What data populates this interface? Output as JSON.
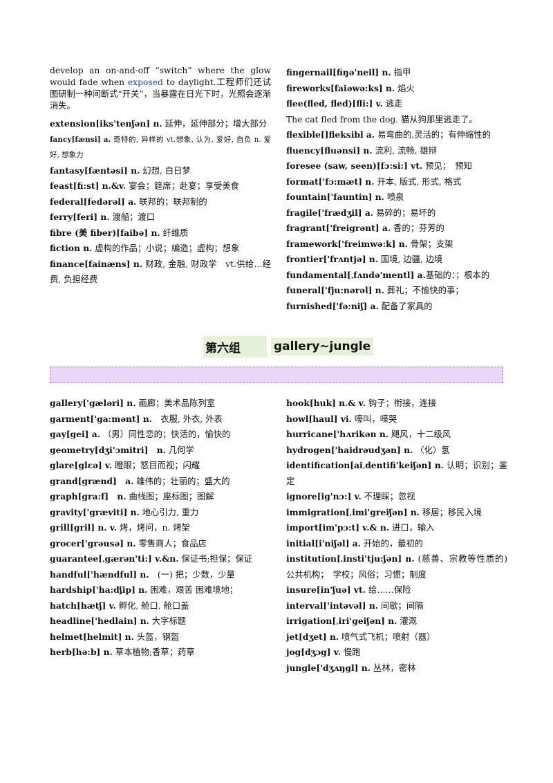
{
  "top_left": {
    "intro_pre": "develop an on-and-off “switch” where the glow would fade when ",
    "intro_hl": "exposed",
    "intro_post": " to daylight.工程师们还试图研制一种间断式“开关”，当暴露在日光下时，光照会逐渐消失。",
    "entries": [
      {
        "hw": "extension[iks'tenʃən] n.",
        "df": " 延伸，延伸部分；增大部分"
      },
      {
        "hw": "fancy[fænsi] a.",
        "df": " 奇特的, 异样的 vt.想象, 认为, 爱好, 自负 n. 爱好, 想象力",
        "small": true
      },
      {
        "hw": "fantasy[fæntəsi] n.",
        "df": " 幻想, 白日梦"
      },
      {
        "hw": "feast[fi:st] n.&v.",
        "df": " 宴会；筵席；赴宴；享受美食"
      },
      {
        "hw": "federal[fedərəl] a.",
        "df": " 联邦的；联邦制的"
      },
      {
        "hw": "ferry[feri] n.",
        "df": " 渡船；渡口"
      },
      {
        "hw": "fibre (美 fiber)[faibə] n.",
        "df": " 纤维质"
      },
      {
        "hw": "fiction n.",
        "df": " 虚构的作品；小说；编造；虚构；想象"
      },
      {
        "hw": "finance[fainæns] n.",
        "df": " 财政, 金融, 财政学　vt.供给…经费, 负担经费"
      }
    ]
  },
  "top_right": {
    "entries": [
      {
        "hw": "fingernail[fiŋə'neil] n.",
        "df": " 指甲"
      },
      {
        "hw": "fireworks[faiəwə:ks] n.",
        "df": " 焰火"
      },
      {
        "hw": "flee(fled, fled)[fli:] v.",
        "df": " 逃走"
      },
      {
        "hw": "",
        "df": "The cat fled from the dog. 猫从狗那里逃走了。"
      },
      {
        "hw": "flexible[]fleksibl a.",
        "df": " 易弯曲的,灵活的；有伸缩性的"
      },
      {
        "hw": "fluency[fluənsi] n.",
        "df": " 流利, 流畅, 雄辩"
      },
      {
        "hw": "foresee (saw, seen)[fɔ:si:] vt.",
        "df": " 预见；　预知"
      },
      {
        "hw": "format['fɔ:mæt] n.",
        "df": " 开本, 版式, 形式, 格式"
      },
      {
        "hw": "fountain['fauntin] n.",
        "df": " 喷泉"
      },
      {
        "hw": "fragile['frædʒil] a.",
        "df": " 易碎的；易坏的"
      },
      {
        "hw": "fragrant['freigrənt] a.",
        "df": " 香的；芬芳的"
      },
      {
        "hw": "framework['freimwə:k] n.",
        "df": " 骨架；支架"
      },
      {
        "hw": "frontier['frʌntjə] n.",
        "df": " 国境, 边疆, 边境"
      },
      {
        "hw": "fundamental[ˌfʌndə'mentl] a.",
        "df": "基础的：；根本的"
      },
      {
        "hw": "funeral['fju:nərəl] n.",
        "df": " 葬礼；不愉快的事；"
      },
      {
        "hw": "furnished['fə:niʃ] a.",
        "df": " 配备了家具的"
      }
    ]
  },
  "section": {
    "cn": "第六组",
    "en": "gallery~jungle"
  },
  "bottom_left": {
    "entries": [
      {
        "hw": "gallery['gæləri] n.",
        "df": " 画廊；美术品陈列室"
      },
      {
        "hw": "garment['ga:mənt] n.",
        "df": "　衣服, 外衣, 外表"
      },
      {
        "hw": "gay[gei] a.",
        "df": " （男）同性恋的；快活的，愉快的"
      },
      {
        "hw": "geometry[dʒi'ɔmitri]　n.",
        "df": " 几何学"
      },
      {
        "hw": "glare[glεə] v.",
        "df": " 瞪眼；怒目而视；闪耀"
      },
      {
        "hw": "grand[grænd]　a.",
        "df": " 雄伟的；壮丽的；盛大的"
      },
      {
        "hw": "graph[gra:f]　n.",
        "df": " 曲线图；座标图；图解"
      },
      {
        "hw": "gravity['græviti] n.",
        "df": " 地心引力, 重力"
      },
      {
        "hw": "grill[gril] n. v.",
        "df": " 烤，烤问，n. 烤架"
      },
      {
        "hw": "grocer['grəusə] n.",
        "df": " 零售商人；食品店"
      },
      {
        "hw": "guarantee[ˌgærən'ti:] v.&n.",
        "df": " 保证书;担保；保证"
      },
      {
        "hw": "handful['hændful] n.",
        "df": "　(一) 把；少数，少量"
      },
      {
        "hw": "hardship['ha:dʃip] n.",
        "df": " 困难，艰苦 困难境地；"
      },
      {
        "hw": "hatch[hætʃ] v.",
        "df": " 孵化, 舱口, 舱口盖"
      },
      {
        "hw": "headline['hedlain] n.",
        "df": " 大字标题"
      },
      {
        "hw": "helmet[helmit] n.",
        "df": " 头盔，钢盔"
      },
      {
        "hw": "herb[hə:b] n.",
        "df": " 草本植物;香草；药草"
      }
    ]
  },
  "bottom_right": {
    "entries": [
      {
        "hw": "hook[huk] n.& v.",
        "df": " 钩子；衔接，连接"
      },
      {
        "hw": "howl[haul] vi.",
        "df": " 嚎叫，嚎哭"
      },
      {
        "hw": "hurricane['hʌrikən n.",
        "df": " 飓风，十二级风"
      },
      {
        "hw": "hydrogen['haidrəudʒən] n.",
        "df": " 〈化〉氢"
      },
      {
        "hw": "identification[aiˌdentifi'keiʃən] n.",
        "df": " 认明；识别；鉴定"
      },
      {
        "hw": "ignore[ig'nɔ:] v.",
        "df": " 不理睬；忽视"
      },
      {
        "hw": "immigration[ˌimi'greiʃən] n.",
        "df": " 移居；移民入境"
      },
      {
        "hw": "import[im'pɔ:t] v.& n.",
        "df": " 进口，输入"
      },
      {
        "hw": "initial[i'niʃəl] a.",
        "df": " 开始的，最初的"
      },
      {
        "hw": "institution[ˌinsti'tju:ʃən] n.",
        "df": " (慈善、宗教等性质的) 公共机构；　学校；风俗；习惯；制度"
      },
      {
        "hw": "insure[in'ʃuə] vt.",
        "df": " 给……保险"
      },
      {
        "hw": "interval['intəvəl] n.",
        "df": " 间歇；间隔"
      },
      {
        "hw": "irrigation[ˌiri'geiʃən] n.",
        "df": " 灌溉"
      },
      {
        "hw": "jet[dʒet] n.",
        "df": " 喷气式飞机；喷射（器）"
      },
      {
        "hw": "jog[dʒɔg] v.",
        "df": " 慢跑"
      },
      {
        "hw": "jungle['dʒʌŋgl] n.",
        "df": " 丛林，密林"
      }
    ]
  }
}
